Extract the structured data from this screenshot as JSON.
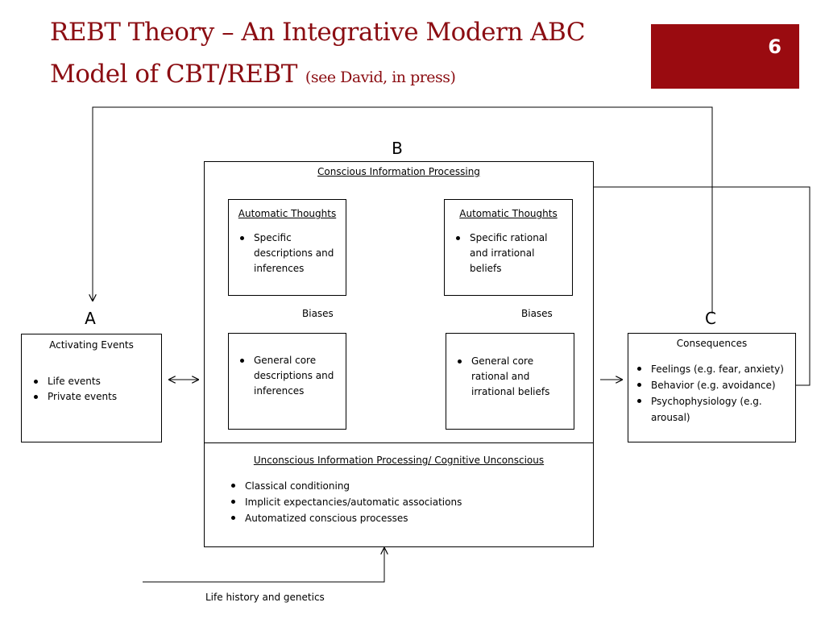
{
  "slide": {
    "title_line1": "REBT Theory – An Integrative Modern ABC",
    "title_line2": "Model of CBT/REBT",
    "title_sub": "(see David, in press)",
    "number": "6",
    "accent_color": "#8b0d12",
    "badge_color": "#9a0b10"
  },
  "diagram": {
    "label_a": "A",
    "label_b": "B",
    "label_c": "C",
    "activating": {
      "title": "Activating Events",
      "items": [
        "Life events",
        "Private events"
      ]
    },
    "conscious": {
      "title": "Conscious Information Processing",
      "auto_left": {
        "title": "Automatic Thoughts",
        "items": [
          "Specific descriptions and inferences"
        ]
      },
      "auto_right": {
        "title": "Automatic Thoughts",
        "items": [
          "Specific rational and irrational beliefs"
        ]
      },
      "core_left": {
        "items": [
          "General core descriptions and inferences"
        ]
      },
      "core_right": {
        "items": [
          "General core rational and irrational beliefs"
        ]
      },
      "biases_left": "Biases",
      "biases_right": "Biases"
    },
    "unconscious": {
      "title": "Unconscious Information Processing/ Cognitive Unconscious",
      "items": [
        "Classical conditioning",
        "Implicit expectancies/automatic associations",
        "Automatized conscious processes"
      ]
    },
    "consequences": {
      "title": "Consequences",
      "items": [
        "Feelings (e.g. fear, anxiety)",
        "Behavior (e.g. avoidance)",
        "Psychophysiology (e.g. arousal)"
      ]
    },
    "life_history": "Life history and genetics"
  }
}
